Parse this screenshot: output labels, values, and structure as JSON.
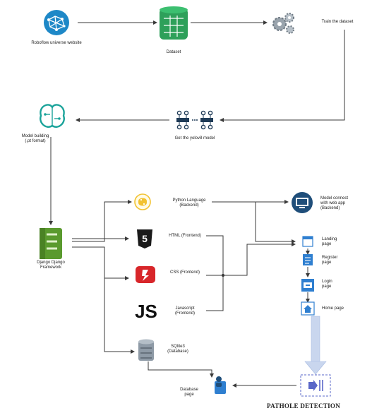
{
  "diagram": {
    "title": "PATHOLE DETECTION",
    "nodes": {
      "roboflow": {
        "label": "Roboflow universe website",
        "icon": "cloud-network-icon"
      },
      "dataset": {
        "label": "Dataset",
        "icon": "database-icon"
      },
      "train": {
        "label": "Train the dataset",
        "icon": "gears-icon"
      },
      "model_building": {
        "label": "Model building (.pt format)",
        "icon": "brain-chip-icon"
      },
      "yolov8": {
        "label": "Get the yolov8 model",
        "icon": "neural-network-icon"
      },
      "python": {
        "label": "Python Language (Backend)",
        "icon": "python-icon"
      },
      "model_connect": {
        "label": "Model connect with web app (Backend)",
        "icon": "monitor-icon"
      },
      "django": {
        "label": "Django Django Framework",
        "icon": "django-icon"
      },
      "html": {
        "label": "HTML (Frontend)",
        "icon": "html5-icon"
      },
      "css": {
        "label": "CSS (Frontend)",
        "icon": "css-icon"
      },
      "javascript": {
        "label": "Javascript (Frontend)",
        "icon": "js-icon"
      },
      "sqlite": {
        "label": "SQlite3 (Database)",
        "icon": "database-icon"
      },
      "landing": {
        "label": "Landing page",
        "icon": "page-icon"
      },
      "register": {
        "label": "Register page",
        "icon": "form-icon"
      },
      "login": {
        "label": "Login page",
        "icon": "login-icon"
      },
      "home": {
        "label": "Home page",
        "icon": "home-icon"
      },
      "database_page": {
        "label": "Database page",
        "icon": "user-database-icon"
      },
      "detection": {
        "label": "",
        "icon": "detection-icon"
      }
    },
    "colors": {
      "line": "#3a3a3a",
      "cloud_blue": "#1e88c7",
      "dataset_green": "#2ea05a",
      "gear_grey": "#9aa4ad",
      "brain_teal": "#1aa39a",
      "django_green": "#5a9a2e",
      "css_red": "#d8262a",
      "html_dark": "#1a1a1a",
      "sqlite_grey": "#8e9aa6",
      "page_blue": "#2f7fd0",
      "big_arrow": "#c9d6ee",
      "python_yellow": "#f2c230"
    }
  }
}
